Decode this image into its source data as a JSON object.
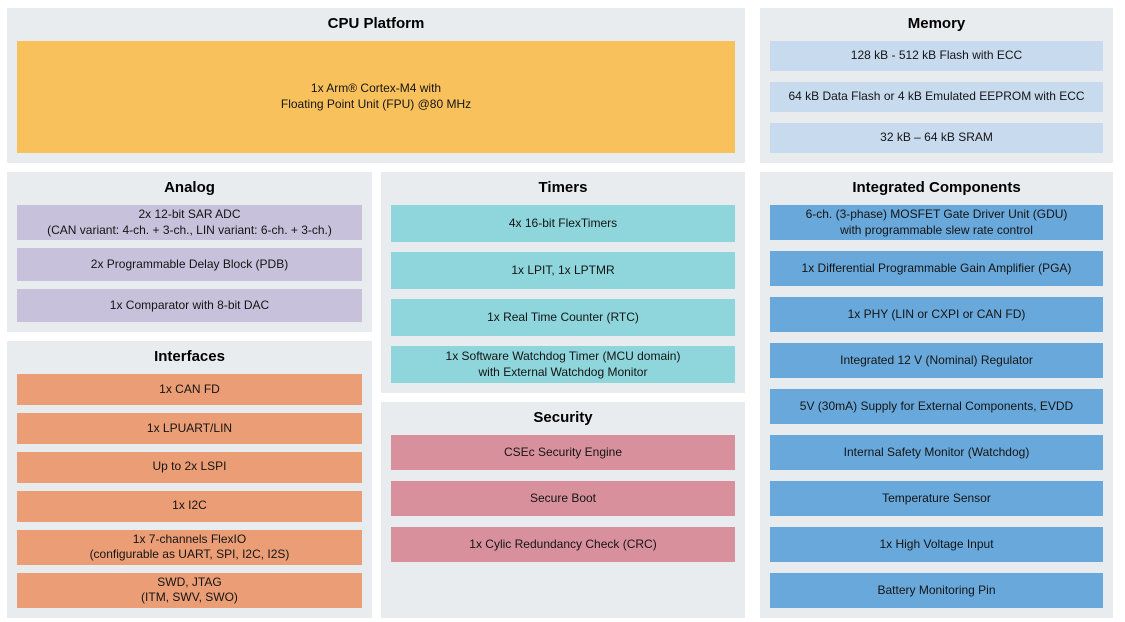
{
  "page": {
    "background": "#ffffff",
    "panel_bg": "#e8ecee",
    "text_color": "#141414",
    "title_color": "#000000"
  },
  "sections": {
    "cpu": {
      "title": "CPU Platform",
      "color": "#f9c15c",
      "blocks": [
        "1x Arm® Cortex-M4 with\nFloating Point Unit (FPU) @80 MHz"
      ]
    },
    "memory": {
      "title": "Memory",
      "color": "#c8dbee",
      "blocks": [
        "128 kB - 512 kB Flash with ECC",
        "64 kB Data Flash or 4 kB Emulated EEPROM with ECC",
        "32 kB – 64 kB SRAM"
      ]
    },
    "analog": {
      "title": "Analog",
      "color": "#c8c1db",
      "blocks": [
        "2x 12-bit SAR ADC\n(CAN variant: 4-ch. + 3-ch., LIN variant: 6-ch. + 3-ch.)",
        "2x Programmable Delay Block (PDB)",
        "1x Comparator with 8-bit DAC"
      ]
    },
    "timers": {
      "title": "Timers",
      "color": "#8ed6dc",
      "blocks": [
        "4x 16-bit FlexTimers",
        "1x LPIT, 1x LPTMR",
        "1x Real Time Counter (RTC)",
        "1x Software Watchdog Timer (MCU domain)\nwith External Watchdog Monitor"
      ]
    },
    "interfaces": {
      "title": "Interfaces",
      "color": "#eb9e76",
      "blocks": [
        "1x CAN FD",
        "1x LPUART/LIN",
        "Up to 2x LSPI",
        "1x I2C",
        "1x 7-channels FlexIO\n(configurable as UART, SPI, I2C, I2S)",
        "SWD, JTAG\n(ITM, SWV, SWO)"
      ]
    },
    "security": {
      "title": "Security",
      "color": "#d8909d",
      "blocks": [
        "CSEc Security Engine",
        "Secure Boot",
        "1x Cylic Redundancy Check (CRC)"
      ]
    },
    "integrated": {
      "title": "Integrated Components",
      "color": "#69a8da",
      "blocks": [
        "6-ch. (3-phase) MOSFET Gate Driver Unit (GDU)\nwith programmable slew rate control",
        "1x Differential Programmable Gain Amplifier (PGA)",
        "1x PHY (LIN or CXPI or CAN FD)",
        "Integrated 12 V (Nominal) Regulator",
        "5V (30mA) Supply for External Components, EVDD",
        "Internal Safety Monitor (Watchdog)",
        "Temperature Sensor",
        "1x High Voltage Input",
        "Battery Monitoring Pin"
      ]
    }
  }
}
